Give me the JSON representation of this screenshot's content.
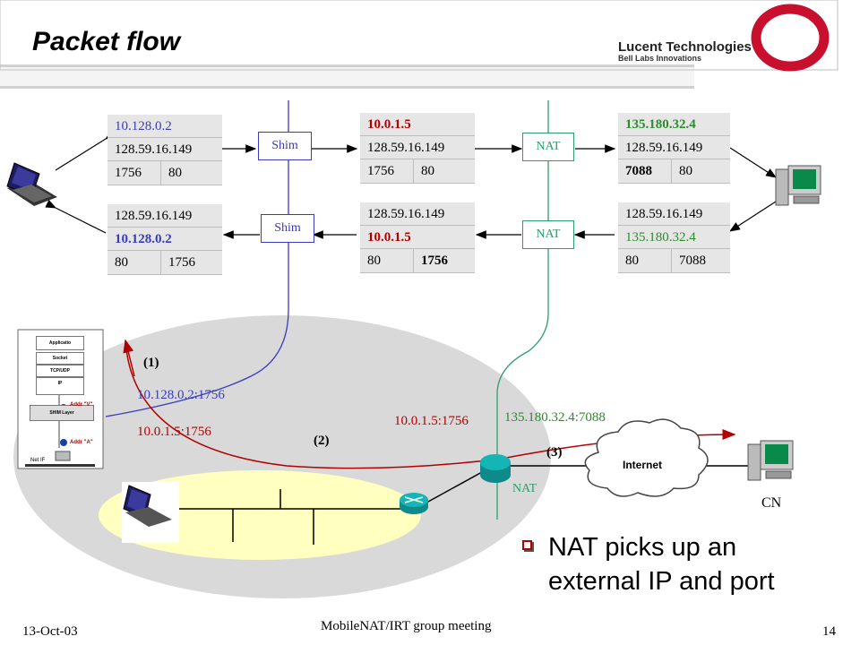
{
  "slide": {
    "title": "Packet flow",
    "logo": {
      "name": "Lucent Technologies",
      "sub": "Bell Labs Innovations"
    },
    "bullet": "NAT picks up an external IP and port",
    "footer": {
      "date": "13-Oct-03",
      "center": "MobileNAT/IRT group meeting",
      "page": "14"
    }
  },
  "packets": {
    "top1": {
      "src": "10.128.0.2",
      "dst": "128.59.16.149",
      "sport": "1756",
      "dport": "80"
    },
    "top2": {
      "src": "10.0.1.5",
      "dst": "128.59.16.149",
      "sport": "1756",
      "dport": "80"
    },
    "top3": {
      "src": "135.180.32.4",
      "dst": "128.59.16.149",
      "sport": "7088",
      "dport": "80"
    },
    "bot1": {
      "src": "128.59.16.149",
      "dst": "10.128.0.2",
      "sport": "80",
      "dport": "1756"
    },
    "bot2": {
      "src": "128.59.16.149",
      "dst": "10.0.1.5",
      "sport": "80",
      "dport": "1756"
    },
    "bot3": {
      "src": "128.59.16.149",
      "dst": "135.180.32.4",
      "sport": "80",
      "dport": "7088"
    }
  },
  "boxes": {
    "shim": "Shim",
    "nat": "NAT"
  },
  "labels": {
    "step1": "(1)",
    "step2": "(2)",
    "step3": "(3)",
    "addr_inner": "10.128.0.2:1756",
    "addr_local": "10.0.1.5:1756",
    "addr_local2": "10.0.1.5:1756",
    "addr_external": "135.180.32.4:7088",
    "nat_bottom": "NAT",
    "internet": "Internet",
    "cn": "CN"
  },
  "stack": {
    "layers": [
      "Applicatio",
      "Socket",
      "TCP/UDP",
      "IP"
    ],
    "shim_layer": "SHIM Layer",
    "addr_v": "Addr \"V\"",
    "addr_a": "Addr \"A\"",
    "net_if": "Net IF"
  },
  "colors": {
    "blue": "#3a3abf",
    "red": "#b30000",
    "green": "#2d9d6d",
    "gray_region": "#d9d9d9",
    "yellow_region": "#ffffc0"
  }
}
